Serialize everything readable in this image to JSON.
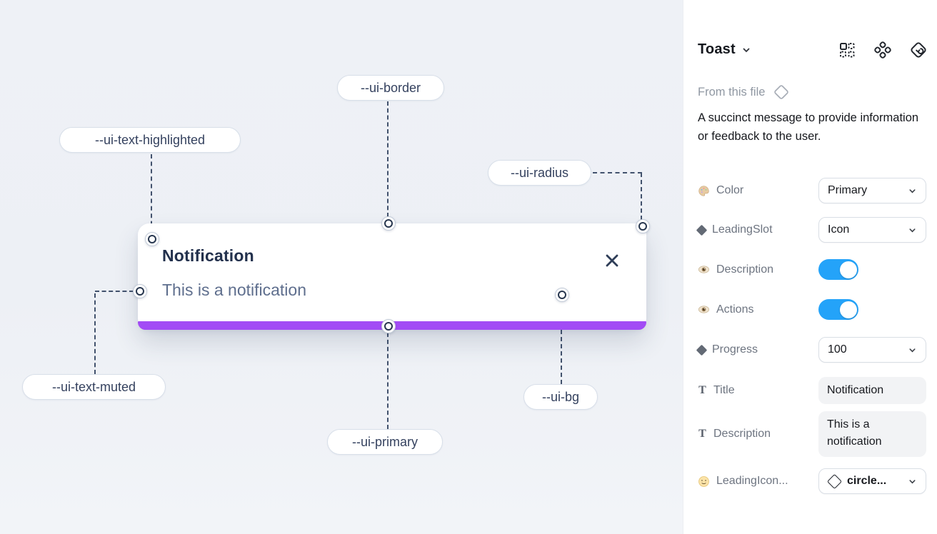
{
  "canvas": {
    "toast": {
      "title": "Notification",
      "description": "This is a notification",
      "close_icon": "x-icon"
    },
    "labels": {
      "border": "--ui-border",
      "text_highlighted": "--ui-text-highlighted",
      "radius": "--ui-radius",
      "text_muted": "--ui-text-muted",
      "primary": "--ui-primary",
      "bg": "--ui-bg"
    },
    "colors": {
      "primary_bar": "#a24cf5",
      "canvas_bg": "#eef1f6",
      "connector": "#42526d"
    }
  },
  "panel": {
    "title": "Toast",
    "source_label": "From this file",
    "description": "A succinct message to provide information or feedback to the user.",
    "header_icons": [
      "component-grid-icon",
      "variants-icon",
      "swap-instance-icon"
    ],
    "text_icon_glyph": "T",
    "accent_toggle_color": "#24a3f9",
    "properties": [
      {
        "icon": "palette-icon",
        "label": "Color",
        "control": "select",
        "value": "Primary"
      },
      {
        "icon": "diamond-icon",
        "label": "LeadingSlot",
        "control": "select",
        "value": "Icon"
      },
      {
        "icon": "eye-icon",
        "label": "Description",
        "control": "toggle",
        "value": "on"
      },
      {
        "icon": "eye-icon",
        "label": "Actions",
        "control": "toggle",
        "value": "on"
      },
      {
        "icon": "diamond-icon",
        "label": "Progress",
        "control": "select",
        "value": "100"
      },
      {
        "icon": "text-icon",
        "label": "Title",
        "control": "input",
        "value": "Notification"
      },
      {
        "icon": "text-icon",
        "label": "Description",
        "control": "input",
        "value": "This is a notification"
      },
      {
        "icon": "smiley-icon",
        "label": "LeadingIcon...",
        "control": "select-icon",
        "value": "circle..."
      }
    ]
  }
}
